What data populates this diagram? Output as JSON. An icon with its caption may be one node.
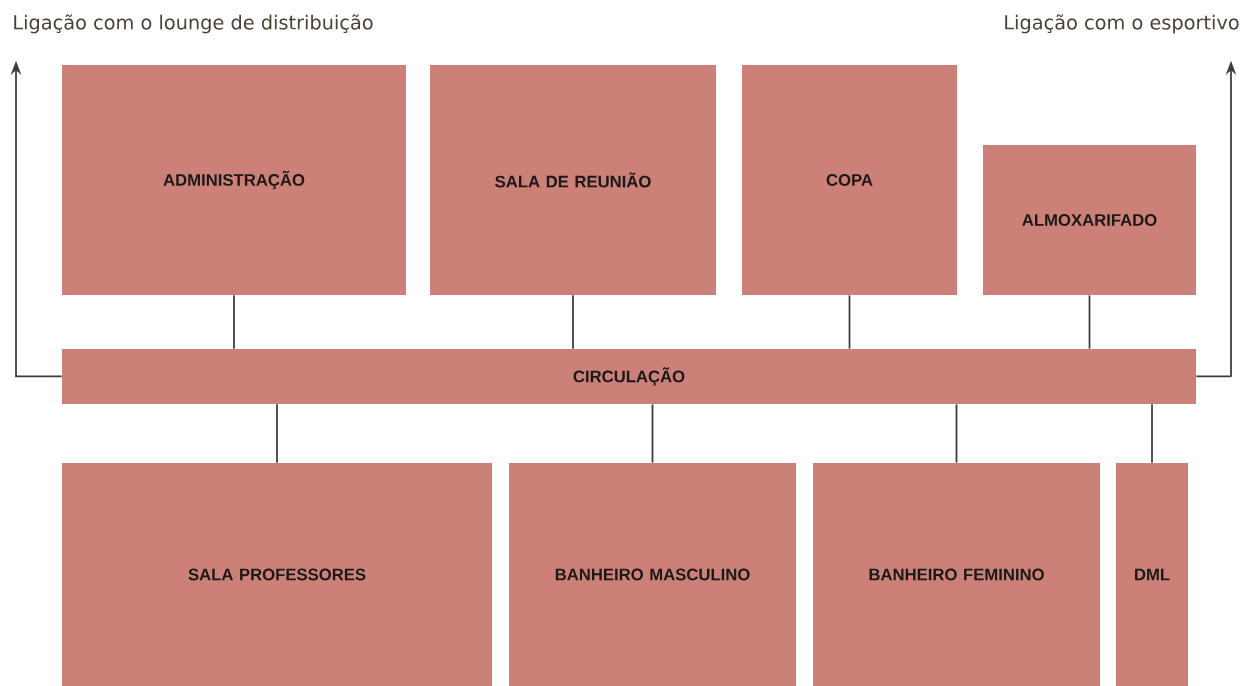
{
  "diagram": {
    "nodes": [
      {
        "text": [
          "ADMINISTRAÇÃO"
        ]
      },
      {
        "text": [
          "SALA DE REUNIÃO"
        ]
      },
      {
        "text": [
          "COPA"
        ]
      },
      {
        "text": [
          "ALMOXARIFADO"
        ]
      },
      {
        "text": [
          "CIRCULAÇÃO"
        ]
      },
      {
        "text": [
          "SALA PROFESSORES"
        ]
      },
      {
        "text": [
          "BANHEIRO MASCULINO"
        ]
      },
      {
        "text": [
          "BANHEIRO FEMININO"
        ]
      },
      {
        "text": [
          "DML"
        ]
      },
      {
        "text": [
          "Ligação com o lounge de distribuição"
        ]
      },
      {
        "text": [
          "Ligação com o esportivo"
        ]
      }
    ],
    "edges": [
      {
        "from": 0,
        "to": 4,
        "arrow": "none"
      },
      {
        "from": 1,
        "to": 4,
        "arrow": "none"
      },
      {
        "from": 2,
        "to": 4,
        "arrow": "none"
      },
      {
        "from": 3,
        "to": 4,
        "arrow": "none"
      },
      {
        "from": 4,
        "to": 5,
        "arrow": "none"
      },
      {
        "from": 4,
        "to": 6,
        "arrow": "none"
      },
      {
        "from": 4,
        "to": 7,
        "arrow": "none"
      },
      {
        "from": 4,
        "to": 8,
        "arrow": "none"
      },
      {
        "from": 4,
        "to": 9,
        "arrow": "to"
      },
      {
        "from": 4,
        "to": 10,
        "arrow": "to"
      }
    ]
  }
}
